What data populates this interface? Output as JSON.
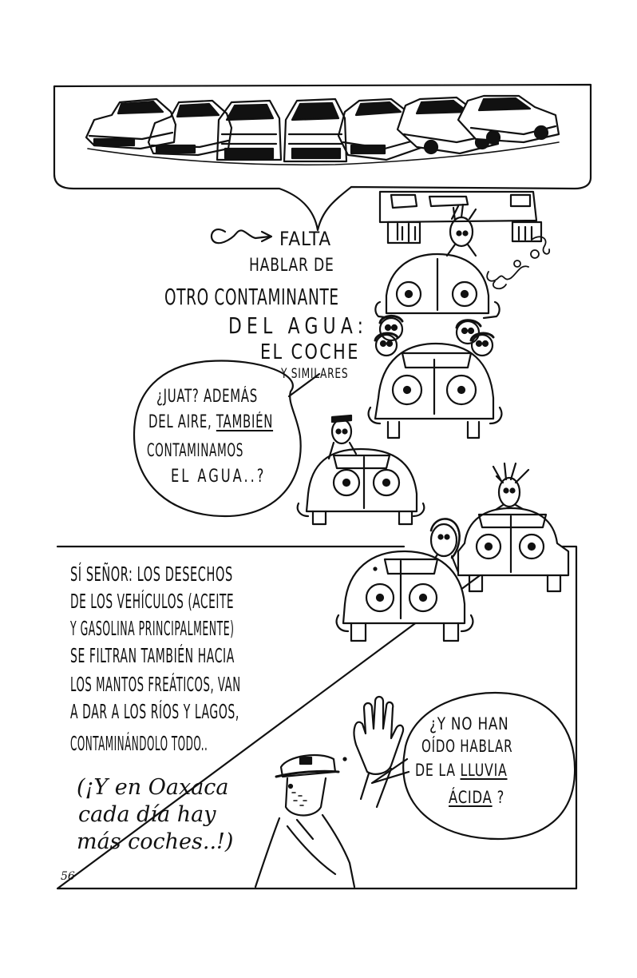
{
  "comic": {
    "narration_top": {
      "line1": "FALTA",
      "line2": "HABLAR DE",
      "line3": "OTRO CONTAMINANTE",
      "line4": "DEL AGUA:",
      "line5": "EL COCHE",
      "line6": "Y SIMILARES"
    },
    "speech_question": {
      "line1": "¿JUAT? ADEMÁS",
      "line2a": "DEL AIRE, ",
      "line2b": "TAMBIÉN",
      "line3": "CONTAMINAMOS",
      "line4": "EL AGUA..?"
    },
    "narration_bottom": {
      "line1": "SÍ SEÑOR: LOS DESECHOS",
      "line2": "DE LOS VEHÍCULOS (ACEITE",
      "line3": "Y GASOLINA PRINCIPALMENTE)",
      "line4": "SE FILTRAN TAMBIÉN HACIA",
      "line5": "LOS MANTOS FREÁTICOS, VAN",
      "line6": "A DAR A LOS RÍOS Y LAGOS,",
      "line7": "CONTAMINÁNDOLO TODO.."
    },
    "aside": {
      "line1": "(¡Y en Oaxaca",
      "line2": "cada día hay",
      "line3": "más coches..!)"
    },
    "speech_acid": {
      "line1": "¿Y NO HAN",
      "line2": "OÍDO HABLAR",
      "line3a": "DE LA ",
      "line3b": "LLUVIA",
      "line4a": "ÁCIDA",
      "line4b": " ?"
    },
    "page_number": "56"
  }
}
